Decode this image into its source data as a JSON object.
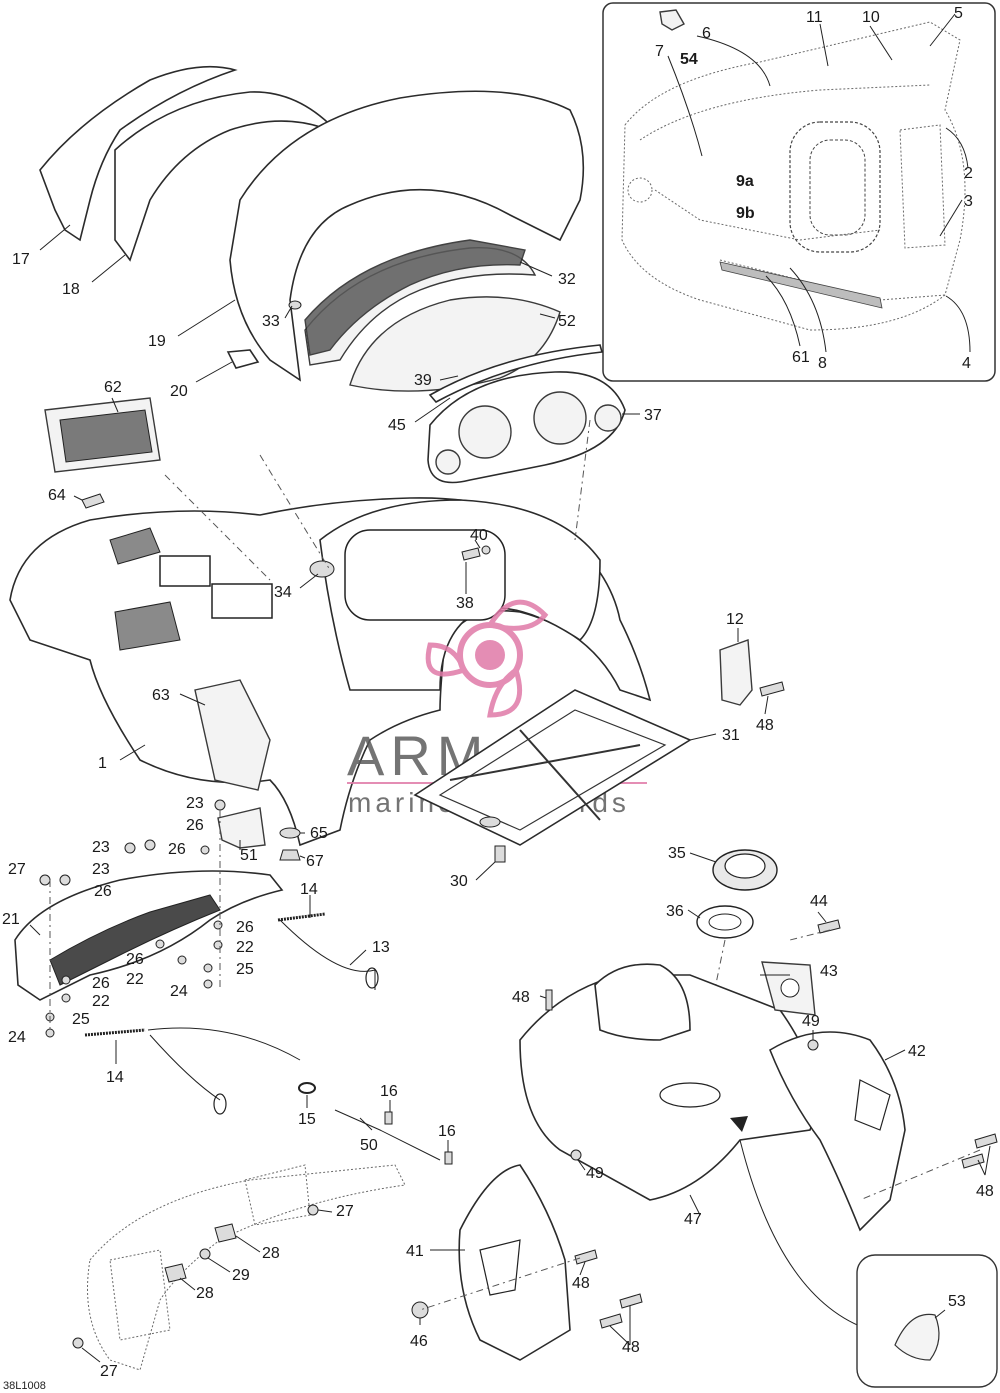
{
  "diagram_id": "38L1008",
  "watermark": {
    "brand": "ARMADA",
    "tagline": "marine outboards",
    "logo_color": "#e07aa8"
  },
  "inset_labels": [
    "54",
    "7",
    "6",
    "11",
    "10",
    "5",
    "2",
    "3",
    "9a",
    "9b",
    "61",
    "8",
    "4"
  ],
  "callouts": [
    "17",
    "18",
    "19",
    "20",
    "33",
    "32",
    "52",
    "62",
    "64",
    "39",
    "45",
    "37",
    "34",
    "40",
    "38",
    "12",
    "48",
    "1",
    "63",
    "31",
    "23",
    "26",
    "65",
    "51",
    "67",
    "27",
    "30",
    "21",
    "14",
    "13",
    "22",
    "25",
    "24",
    "15",
    "16",
    "50",
    "29",
    "28",
    "35",
    "36",
    "44",
    "43",
    "49",
    "42",
    "41",
    "46",
    "47",
    "53"
  ]
}
